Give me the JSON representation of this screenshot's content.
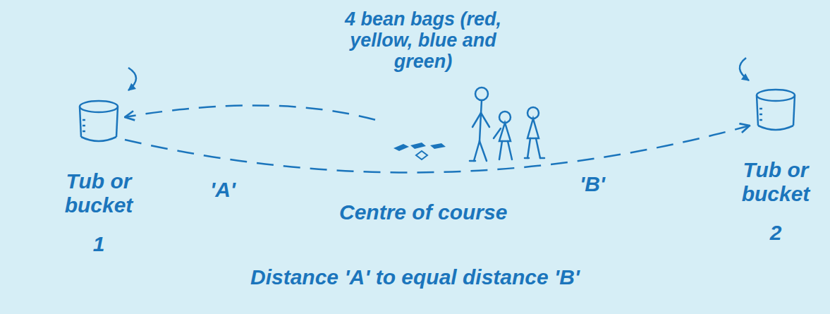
{
  "diagram": {
    "nodes": [
      {
        "text": [
          "Tub or bucket",
          "1"
        ]
      },
      {
        "text": [
          "4 bean bags (red, yellow, blue and green)"
        ]
      },
      {
        "text": [
          "Tub or bucket",
          "2"
        ]
      }
    ],
    "edges": [
      {
        "from": 0,
        "to": 2,
        "arrow": "to"
      },
      {
        "from": 1,
        "to": 0,
        "arrow": "to"
      }
    ],
    "labels": [
      "'A'",
      "Centre of course",
      "'B'",
      "Distance 'A' to equal distance 'B'"
    ]
  }
}
